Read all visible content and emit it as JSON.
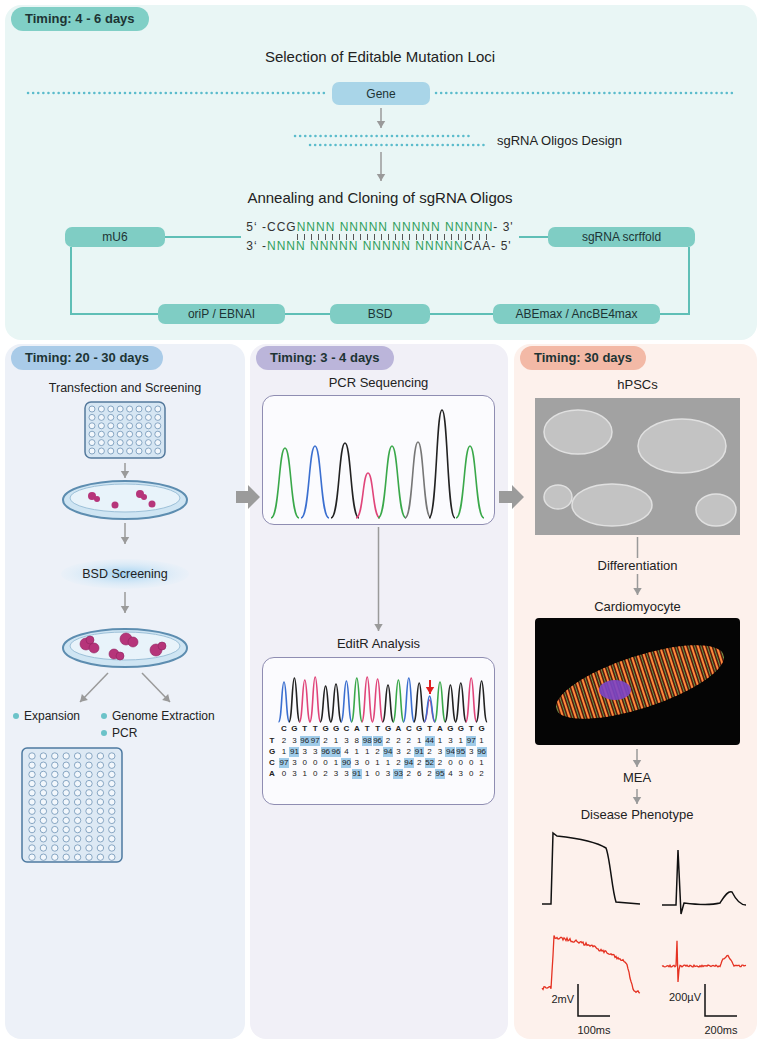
{
  "diagram": {
    "nodes": [
      {
        "text": [
          "Timing: 4 - 6 days"
        ]
      },
      {
        "text": [
          "Gene"
        ],
        "in": 0
      },
      {
        "text": [
          "mU6"
        ],
        "in": 0
      },
      {
        "text": [
          "sgRNA scrffold"
        ],
        "in": 0
      },
      {
        "text": [
          "oriP / EBNAI"
        ],
        "in": 0
      },
      {
        "text": [
          "BSD"
        ],
        "in": 0
      },
      {
        "text": [
          "ABEmax / AncBE4max"
        ],
        "in": 0
      },
      {
        "text": [
          "Timing: 20 - 30 days"
        ]
      },
      {
        "text": [
          "Timing: 3 - 4 days"
        ]
      },
      {
        "text": [
          "PCR Sequencing"
        ],
        "in": 8
      },
      {
        "text": [
          "EditR Analysis"
        ],
        "in": 8
      },
      {
        "text": [
          "Timing: 30 days"
        ]
      },
      {
        "text": [
          "hPSCs"
        ],
        "in": 11
      },
      {
        "text": [
          "Cardiomyocyte"
        ],
        "in": 11
      }
    ],
    "edges": [
      {
        "from": 2,
        "to": 3,
        "arrow": "none"
      },
      {
        "from": 3,
        "to": 6,
        "arrow": "none"
      },
      {
        "from": 6,
        "to": 5,
        "arrow": "none"
      },
      {
        "from": 5,
        "to": 4,
        "arrow": "none"
      },
      {
        "from": 4,
        "to": 2,
        "arrow": "none"
      },
      {
        "from": 7,
        "to": 8,
        "arrow": "to"
      },
      {
        "from": 8,
        "to": 11,
        "arrow": "to"
      },
      {
        "from": 9,
        "to": 10,
        "arrow": "to"
      },
      {
        "from": 12,
        "to": 13,
        "arrow": "to",
        "label": "Differentiation"
      }
    ],
    "labels": [
      "Selection of Editable Mutation Loci",
      "sgRNA Oligos Design",
      "Annealing and Cloning of sgRNA Oligos",
      "5‘ -CCG",
      "NNNN NNNNN NNNNN NNNNN",
      "- 3'",
      "3‘ -",
      "NNNN NNNNN NNNNN NNNNN",
      "CAA- 5'",
      "Transfection and Screening",
      "BSD Screening",
      "Expansion",
      "Genome Extraction",
      "PCR",
      "C",
      "G",
      "T",
      "T",
      "G",
      "G",
      "C",
      "A",
      "T",
      "T",
      "G",
      "A",
      "C",
      "G",
      "T",
      "A",
      "G",
      "G",
      "T",
      "G",
      "T",
      "2",
      "3",
      "96",
      "97",
      "2",
      "1",
      "3",
      "8",
      "98",
      "96",
      "2",
      "2",
      "2",
      "1",
      "44",
      "1",
      "3",
      "1",
      "97",
      "1",
      "G",
      "1",
      "91",
      "3",
      "3",
      "96",
      "96",
      "4",
      "1",
      "1",
      "2",
      "94",
      "3",
      "2",
      "91",
      "2",
      "3",
      "94",
      "95",
      "3",
      "96",
      "C",
      "97",
      "3",
      "0",
      "0",
      "0",
      "1",
      "90",
      "3",
      "0",
      "1",
      "1",
      "2",
      "94",
      "2",
      "52",
      "2",
      "0",
      "0",
      "0",
      "1",
      "A",
      "0",
      "3",
      "1",
      "0",
      "2",
      "3",
      "3",
      "91",
      "1",
      "0",
      "3",
      "93",
      "2",
      "6",
      "2",
      "95",
      "4",
      "3",
      "0",
      "2",
      "MEA",
      "Disease Phenotype",
      "2mV",
      "100ms",
      "200µV",
      "200ms"
    ]
  }
}
